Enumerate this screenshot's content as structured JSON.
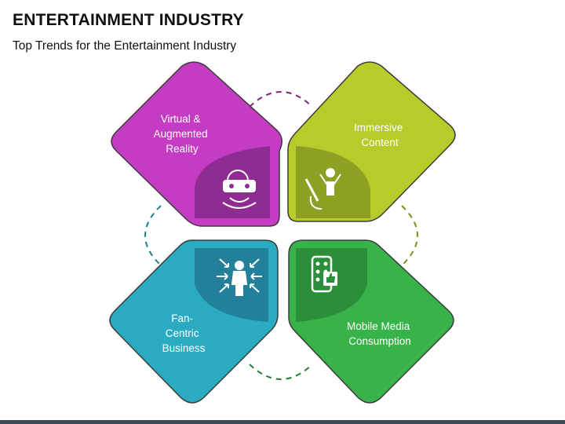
{
  "header": {
    "title": "ENTERTAINMENT INDUSTRY",
    "subtitle": "Top Trends for the Entertainment Industry"
  },
  "colors": {
    "magenta": "#c43cc4",
    "magenta_dark": "#8e2c92",
    "lime": "#b5cc2a",
    "lime_dark": "#8ea023",
    "teal": "#2aabc2",
    "teal_dark": "#23809a",
    "green": "#37b34a",
    "green_dark": "#2b8e38",
    "outline": "#3b3b3b"
  },
  "trends": [
    {
      "id": "vr-ar",
      "lines": [
        "Virtual &",
        "Augmented",
        "Reality"
      ],
      "icon": "vr-headset-icon"
    },
    {
      "id": "immersive",
      "lines": [
        "Immersive",
        "Content"
      ],
      "icon": "motion-capture-icon"
    },
    {
      "id": "fan-centric",
      "lines": [
        "Fan-",
        "Centric",
        "Business"
      ],
      "icon": "person-arrows-icon"
    },
    {
      "id": "mobile-media",
      "lines": [
        "Mobile Media",
        "Consumption"
      ],
      "icon": "mobile-thumbs-up-icon"
    }
  ]
}
